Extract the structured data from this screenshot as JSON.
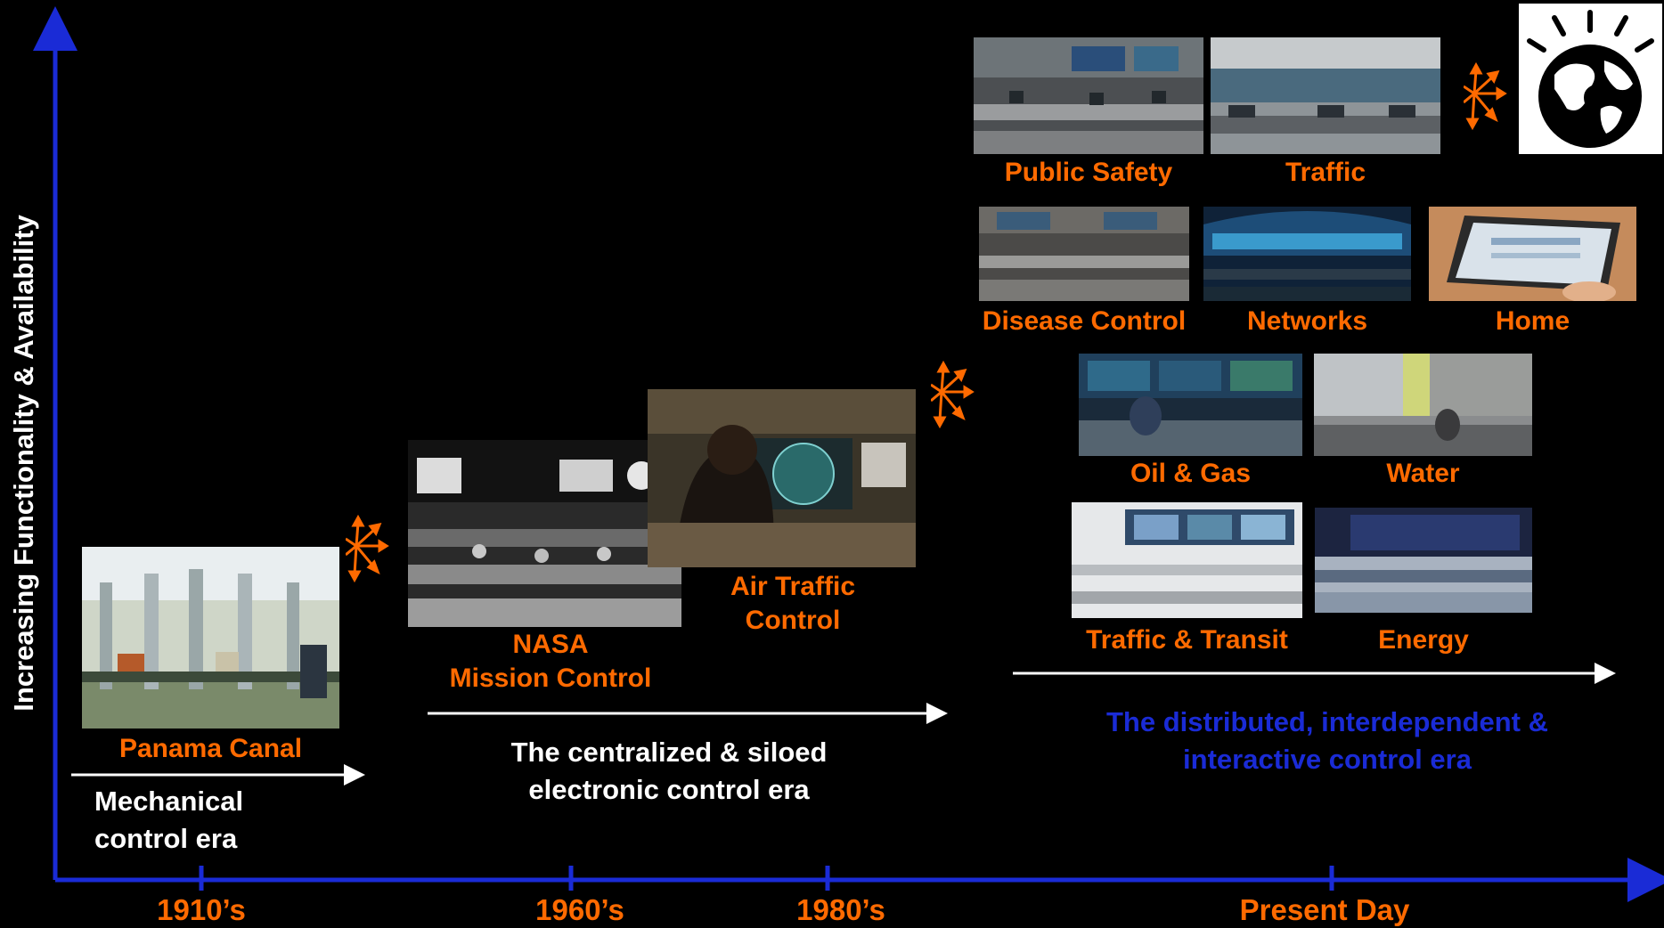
{
  "y_axis_label": "Increasing Functionality & Availability",
  "x_axis_ticks": [
    "1910’s",
    "1960’s",
    "1980’s",
    "Present Day"
  ],
  "eras": {
    "mechanical": "Mechanical control era",
    "centralized": "The centralized & siloed electronic control era",
    "distributed": "The distributed, interdependent & interactive control era"
  },
  "examples": {
    "panama": "Panama Canal",
    "nasa_line1": "NASA",
    "nasa_line2": "Mission Control",
    "atc_line1": "Air Traffic",
    "atc_line2": "Control",
    "public_safety": "Public Safety",
    "traffic": "Traffic",
    "disease": "Disease Control",
    "networks": "Networks",
    "home": "Home",
    "oil_gas": "Oil & Gas",
    "water": "Water",
    "transit": "Traffic & Transit",
    "energy": "Energy"
  },
  "colors": {
    "axis": "#1a2bd6",
    "highlight_label": "#ff6a00",
    "era_text": "#ffffff",
    "distributed_text": "#1a2bd6"
  },
  "icons": [
    "burst-arrows-icon",
    "smarter-planet-globe-icon"
  ]
}
